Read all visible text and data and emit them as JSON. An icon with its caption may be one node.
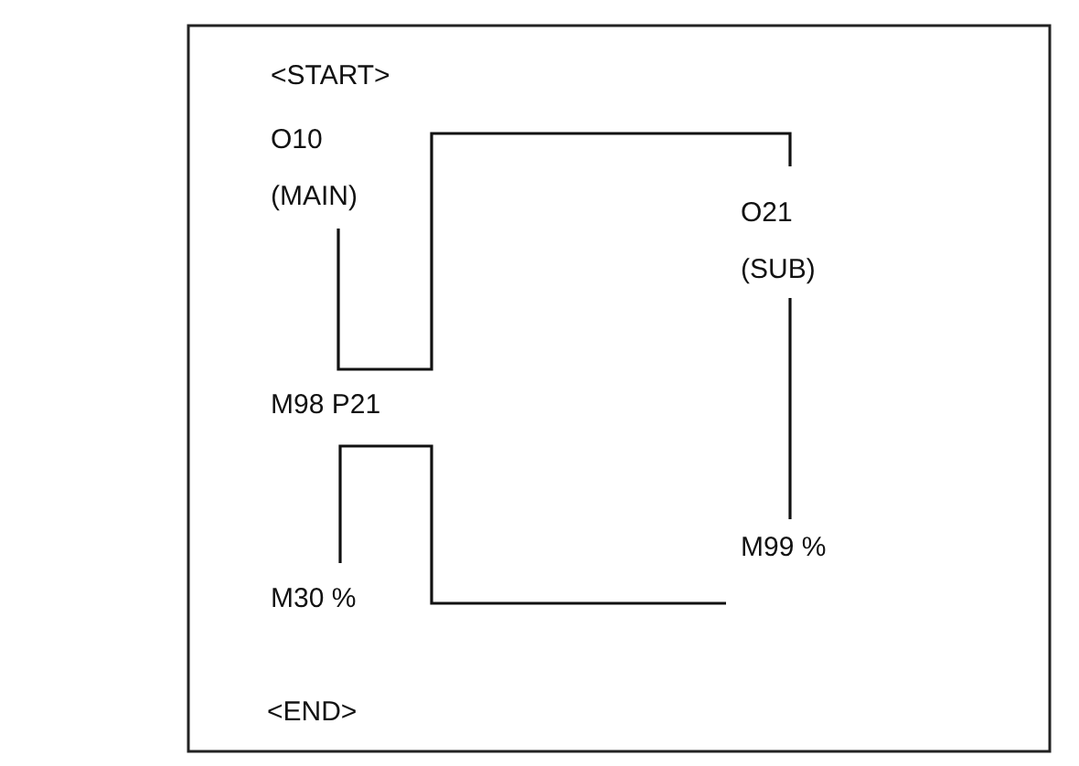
{
  "diagram": {
    "nodes": [
      {
        "text": [
          "O10 (MAIN)"
        ]
      },
      {
        "text": [
          "O21 (SUB)"
        ]
      },
      {
        "text": [
          "M99 %"
        ]
      },
      {
        "text": [
          "M30 %"
        ]
      }
    ],
    "edges": [
      {
        "from": 0,
        "to": 1,
        "arrow": "none"
      },
      {
        "from": 1,
        "to": 2,
        "arrow": "none"
      },
      {
        "from": 2,
        "to": 3,
        "arrow": "none"
      }
    ],
    "labels": [
      "<START>",
      "M98 P21",
      "<END>"
    ]
  }
}
